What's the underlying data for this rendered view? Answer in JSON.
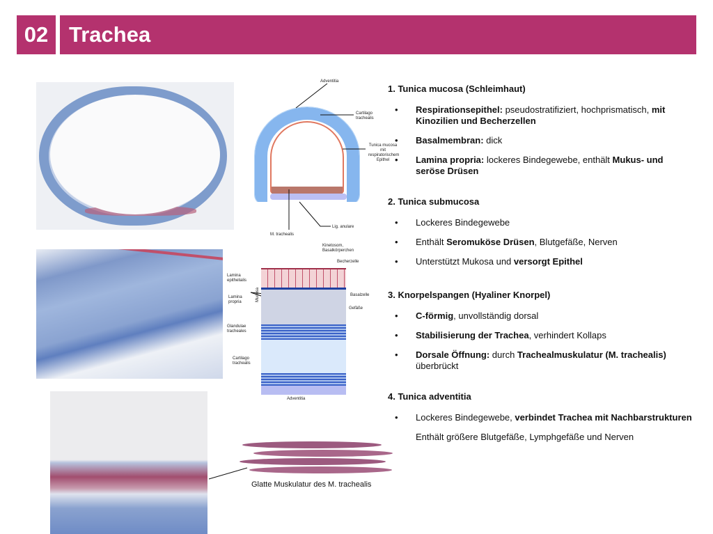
{
  "header": {
    "number": "02",
    "title": "Trachea"
  },
  "diagram1": {
    "labels": [
      "Adventitia",
      "Cartilago trachealis",
      "Tunica mucosa mit respiratorischem Epithel",
      "M. trachealis",
      "Lig. anulare"
    ]
  },
  "diagram2": {
    "labels": [
      "Kinetosom, Basalkörperchen",
      "Becherzelle",
      "Lamina epithelialis",
      "Lamina propria",
      "Mucosa",
      "Basalzelle",
      "Gefäße",
      "Glandulae tracheales",
      "Cartilago trachealis",
      "Adventitia"
    ]
  },
  "diagram3": {
    "caption": "Glatte Muskulatur des M. trachealis"
  },
  "sections": [
    {
      "title": "1. Tunica mucosa (Schleimhaut)",
      "items": [
        {
          "parts": [
            {
              "t": "Respirationsepithel:",
              "b": true
            },
            {
              "t": " pseudostratifiziert, hochprismatisch, ",
              "b": false
            },
            {
              "t": "mit Kinozilien und Becherzellen",
              "b": true
            }
          ]
        },
        {
          "parts": [
            {
              "t": "Basalmembran:",
              "b": true
            },
            {
              "t": " dick",
              "b": false
            }
          ]
        },
        {
          "parts": [
            {
              "t": "Lamina propria:",
              "b": true
            },
            {
              "t": " lockeres Bindegewebe, enthält ",
              "b": false
            },
            {
              "t": "Mukus- und seröse Drüsen",
              "b": true
            }
          ]
        }
      ]
    },
    {
      "title": "2. Tunica submucosa",
      "items": [
        {
          "parts": [
            {
              "t": "Lockeres Bindegewebe",
              "b": false
            }
          ]
        },
        {
          "parts": [
            {
              "t": "Enthält ",
              "b": false
            },
            {
              "t": "Seromuköse Drüsen",
              "b": true
            },
            {
              "t": ", Blutgefäße, Nerven",
              "b": false
            }
          ]
        },
        {
          "parts": [
            {
              "t": "Unterstützt Mukosa und ",
              "b": false
            },
            {
              "t": "versorgt Epithel",
              "b": true
            }
          ]
        }
      ]
    },
    {
      "title": "3. Knorpelspangen (Hyaliner Knorpel)",
      "items": [
        {
          "parts": [
            {
              "t": "C-förmig",
              "b": true
            },
            {
              "t": ", unvollständig dorsal",
              "b": false
            }
          ]
        },
        {
          "parts": [
            {
              "t": "Stabilisierung der Trachea",
              "b": true
            },
            {
              "t": ", verhindert Kollaps",
              "b": false
            }
          ]
        },
        {
          "parts": [
            {
              "t": "Dorsale Öffnung:",
              "b": true
            },
            {
              "t": " durch ",
              "b": false
            },
            {
              "t": "Trachealmuskulatur (M. trachealis)",
              "b": true
            },
            {
              "t": " überbrückt",
              "b": false
            }
          ]
        }
      ]
    },
    {
      "title": "4. Tunica adventitia",
      "items": [
        {
          "parts": [
            {
              "t": "Lockeres Bindegewebe, ",
              "b": false
            },
            {
              "t": "verbindet Trachea mit Nachbarstrukturen",
              "b": true
            }
          ]
        },
        {
          "bullet": false,
          "parts": [
            {
              "t": "Enthält größere Blutgefäße, Lymphgefäße und Nerven",
              "b": false
            }
          ]
        }
      ]
    }
  ]
}
